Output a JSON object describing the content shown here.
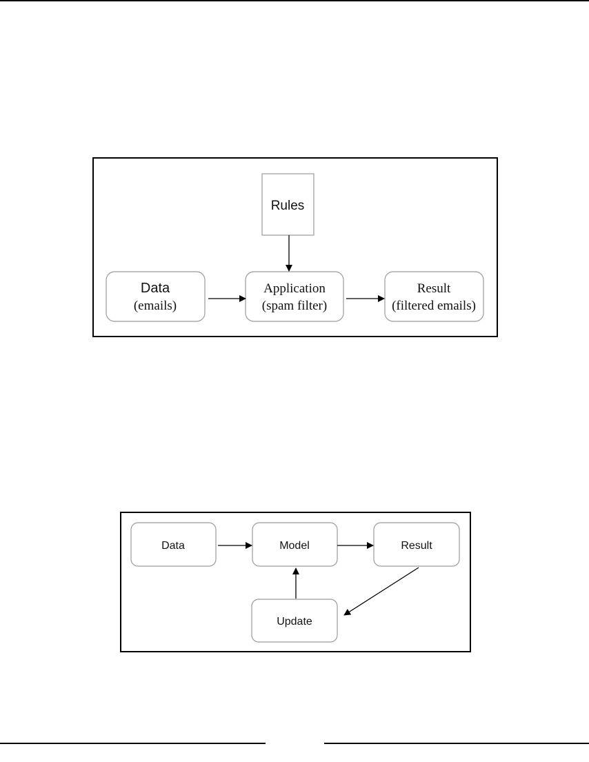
{
  "diagram_top": {
    "nodes": {
      "rules": {
        "line1": "Rules"
      },
      "data": {
        "line1": "Data",
        "line2": "(emails)"
      },
      "application": {
        "line1": "Application",
        "line2": "(spam filter)"
      },
      "result": {
        "line1": "Result",
        "line2": "(filtered emails)"
      }
    }
  },
  "diagram_bottom": {
    "nodes": {
      "data": {
        "label": "Data"
      },
      "model": {
        "label": "Model"
      },
      "result": {
        "label": "Result"
      },
      "update": {
        "label": "Update"
      }
    }
  }
}
